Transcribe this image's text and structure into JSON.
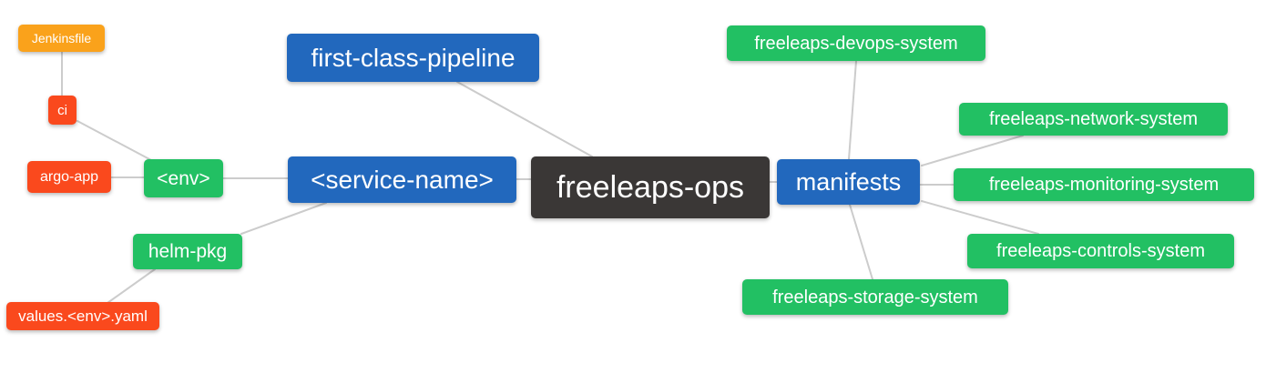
{
  "palette": {
    "root_bg": "#3a3736",
    "branch_bg": "#2268bd",
    "leaf_green_bg": "#22c063",
    "leaf_red_bg": "#fa491d",
    "leaf_orange_bg": "#faa21b",
    "edge_color": "#cccccc",
    "text_color": "#ffffff",
    "canvas_bg": "#ffffff"
  },
  "nodes": {
    "freeleaps_ops": {
      "label": "freeleaps-ops"
    },
    "first_class_pipeline": {
      "label": "first-class-pipeline"
    },
    "service_name": {
      "label": "<service-name>"
    },
    "env": {
      "label": "<env>"
    },
    "ci": {
      "label": "ci"
    },
    "jenkinsfile": {
      "label": "Jenkinsfile"
    },
    "argo_app": {
      "label": "argo-app"
    },
    "helm_pkg": {
      "label": "helm-pkg"
    },
    "values_env_yaml": {
      "label": "values.<env>.yaml"
    },
    "manifests": {
      "label": "manifests"
    },
    "devops_system": {
      "label": "freeleaps-devops-system"
    },
    "network_system": {
      "label": "freeleaps-network-system"
    },
    "monitoring_system": {
      "label": "freeleaps-monitoring-system"
    },
    "controls_system": {
      "label": "freeleaps-controls-system"
    },
    "storage_system": {
      "label": "freeleaps-storage-system"
    }
  },
  "mindmap": {
    "root": {
      "label": "freeleaps-ops",
      "children": [
        {
          "label": "first-class-pipeline",
          "children": []
        },
        {
          "label": "<service-name>",
          "children": [
            {
              "label": "<env>",
              "children": [
                {
                  "label": "ci",
                  "children": [
                    {
                      "label": "Jenkinsfile",
                      "children": []
                    }
                  ]
                },
                {
                  "label": "argo-app",
                  "children": []
                }
              ]
            },
            {
              "label": "helm-pkg",
              "children": [
                {
                  "label": "values.<env>.yaml",
                  "children": []
                }
              ]
            }
          ]
        },
        {
          "label": "manifests",
          "children": [
            {
              "label": "freeleaps-devops-system",
              "children": []
            },
            {
              "label": "freeleaps-network-system",
              "children": []
            },
            {
              "label": "freeleaps-monitoring-system",
              "children": []
            },
            {
              "label": "freeleaps-controls-system",
              "children": []
            },
            {
              "label": "freeleaps-storage-system",
              "children": []
            }
          ]
        }
      ]
    }
  },
  "edges": [
    {
      "from": "Jenkinsfile",
      "to": "ci"
    },
    {
      "from": "ci",
      "to": "<env>"
    },
    {
      "from": "argo-app",
      "to": "<env>"
    },
    {
      "from": "<env>",
      "to": "<service-name>"
    },
    {
      "from": "helm-pkg",
      "to": "<service-name>"
    },
    {
      "from": "values.<env>.yaml",
      "to": "helm-pkg"
    },
    {
      "from": "first-class-pipeline",
      "to": "freeleaps-ops"
    },
    {
      "from": "<service-name>",
      "to": "freeleaps-ops"
    },
    {
      "from": "freeleaps-ops",
      "to": "manifests"
    },
    {
      "from": "manifests",
      "to": "freeleaps-devops-system"
    },
    {
      "from": "manifests",
      "to": "freeleaps-network-system"
    },
    {
      "from": "manifests",
      "to": "freeleaps-monitoring-system"
    },
    {
      "from": "manifests",
      "to": "freeleaps-controls-system"
    },
    {
      "from": "manifests",
      "to": "freeleaps-storage-system"
    }
  ]
}
